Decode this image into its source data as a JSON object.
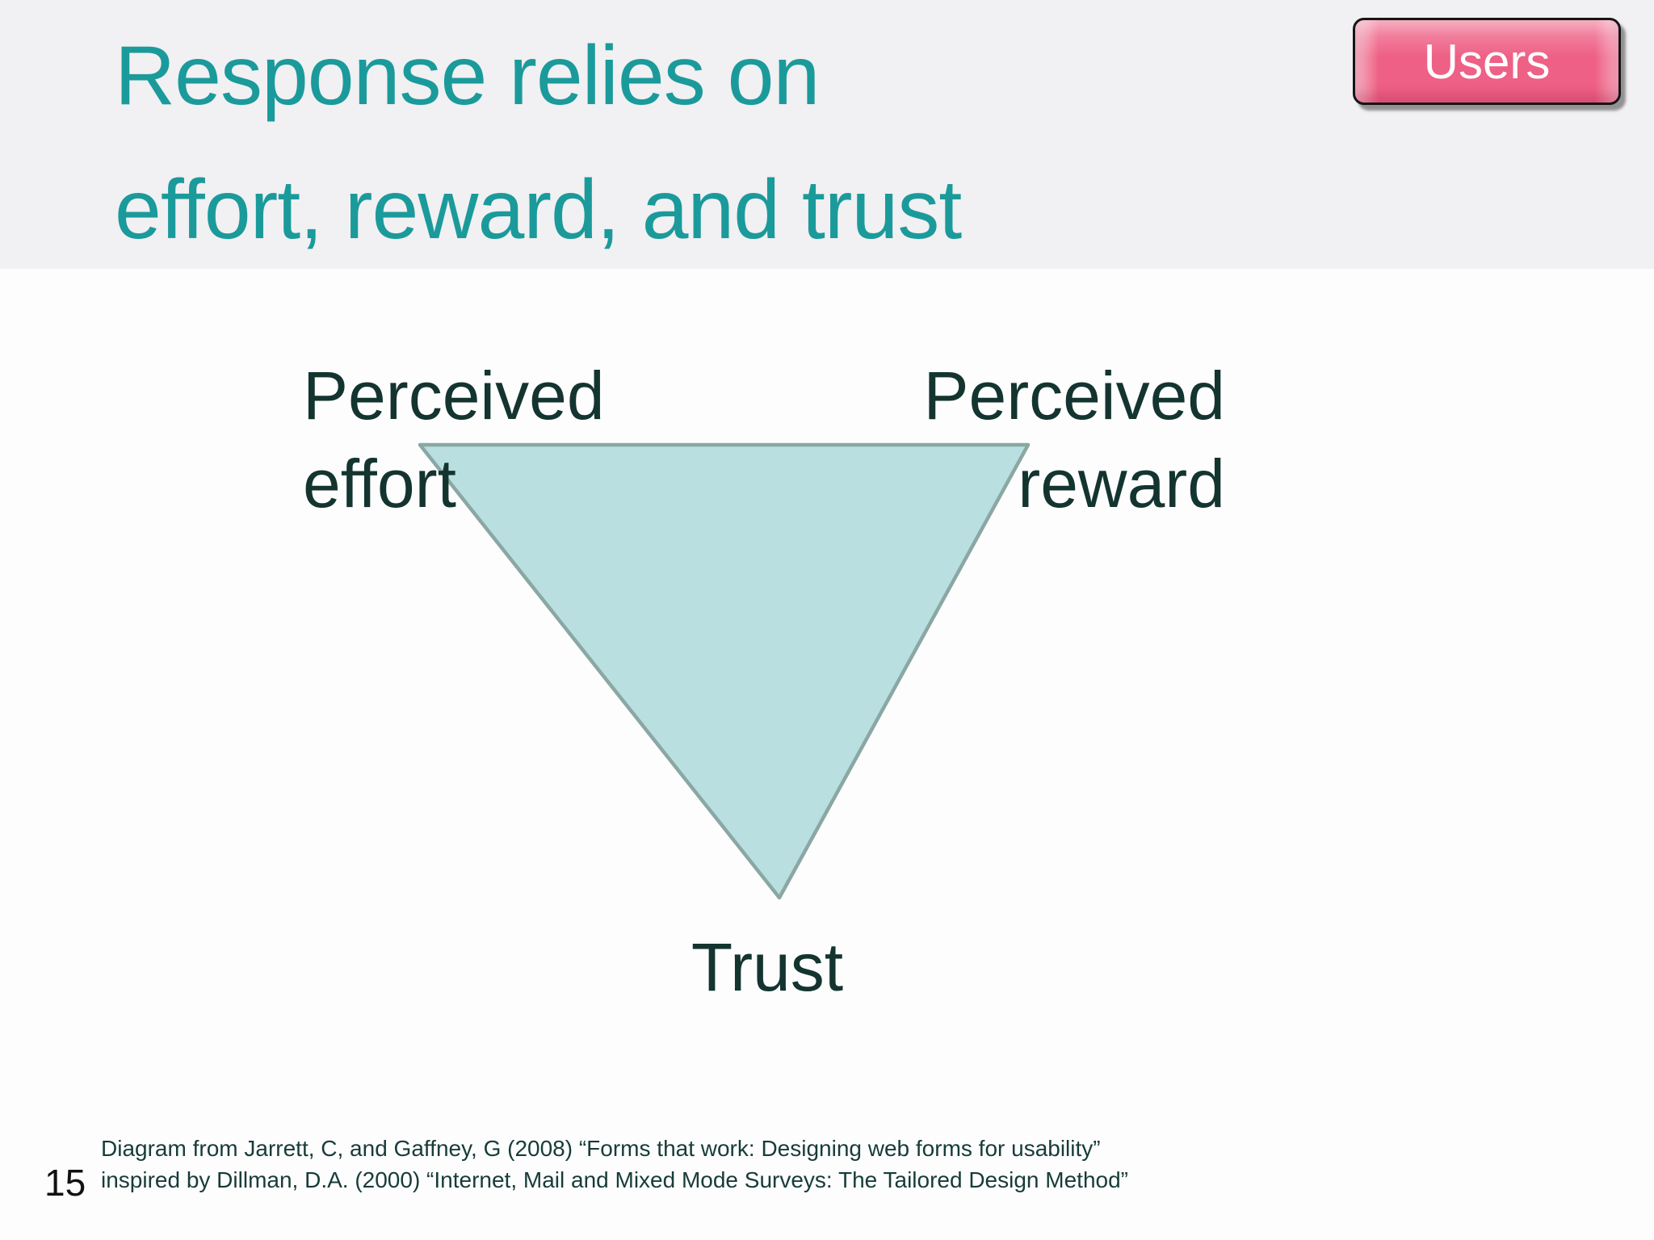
{
  "slide": {
    "title_lines": [
      "Response relies on",
      "effort, reward, and trust"
    ],
    "page_number": "15"
  },
  "nav": {
    "users_button_label": "Users"
  },
  "diagram": {
    "top_left_label_lines": [
      "Perceived",
      "effort"
    ],
    "top_right_label_lines": [
      "Perceived",
      "reward"
    ],
    "bottom_label": "Trust"
  },
  "citation": {
    "line1": "Diagram from Jarrett, C, and Gaffney, G (2008) “Forms that work: Designing web forms for usability”",
    "line2": "inspired by Dillman, D.A. (2000) “Internet, Mail and Mixed Mode Surveys: The Tailored Design Method”"
  },
  "colors": {
    "title_teal": "#1b9a9b",
    "header_bg": "#f1f0f2",
    "body_bg": "#fdfdfe",
    "label_text": "#143430",
    "citation_text": "#173c38",
    "page_number": "#111111",
    "button_fill": "#ee6085",
    "button_border": "#151515",
    "button_text": "#ffffff",
    "triangle_fill": "#b9dfe0",
    "triangle_stroke": "#8ba7a4"
  }
}
